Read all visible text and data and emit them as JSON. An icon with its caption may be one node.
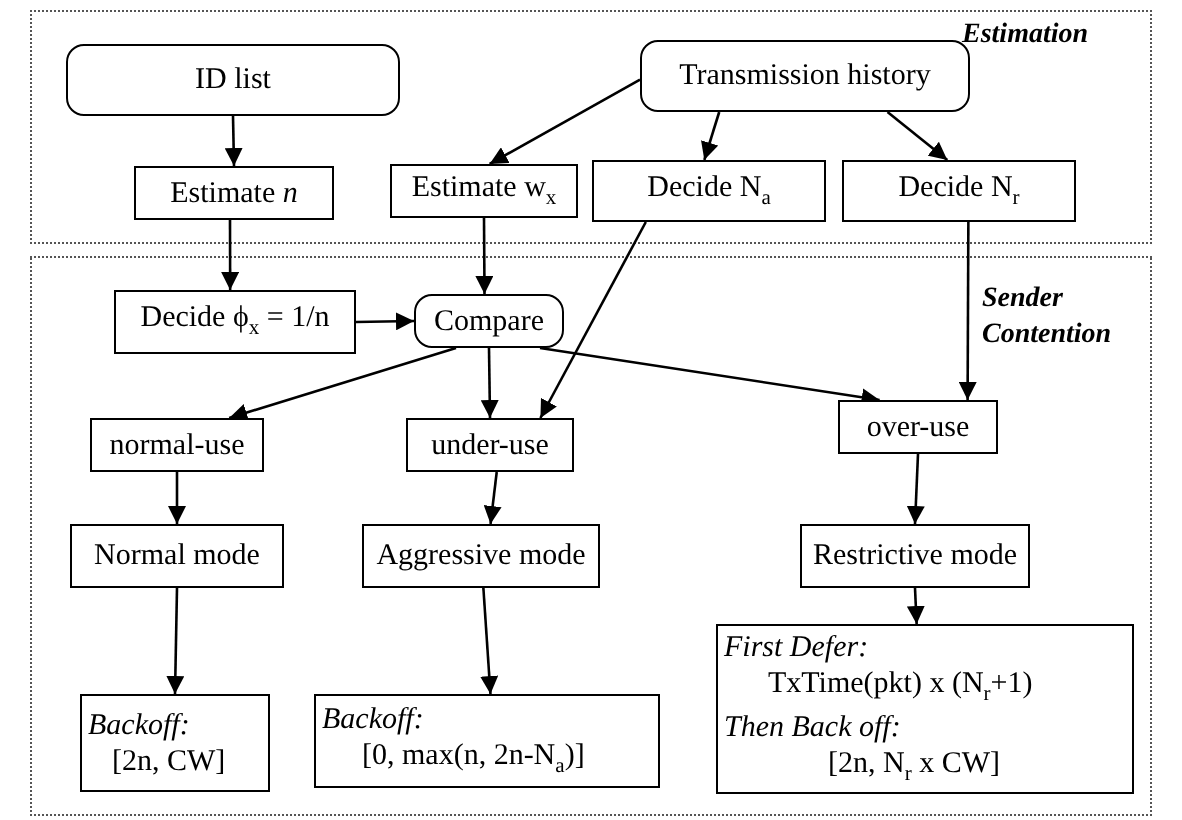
{
  "diagram": {
    "nodes": [
      {
        "text": [
          "Estimation"
        ]
      },
      {
        "text": [
          "Sender Contention"
        ]
      },
      {
        "text": [
          "ID list"
        ],
        "in": 0
      },
      {
        "text": [
          "Transmission history"
        ],
        "in": 0
      },
      {
        "text": [
          "Estimate *n*"
        ],
        "in": 0
      },
      {
        "text": [
          "Estimate w$_{x}$"
        ],
        "in": 0
      },
      {
        "text": [
          "Decide N$_{a}$"
        ],
        "in": 0
      },
      {
        "text": [
          "Decide N$_{r}$"
        ],
        "in": 0
      },
      {
        "text": [
          "Decide ϕ$_{x}$ = 1/n"
        ],
        "in": 1
      },
      {
        "text": [
          "Compare"
        ],
        "in": 1
      },
      {
        "text": [
          "normal-use"
        ],
        "in": 1
      },
      {
        "text": [
          "under-use"
        ],
        "in": 1
      },
      {
        "text": [
          "over-use"
        ],
        "in": 1
      },
      {
        "text": [
          "Normal mode"
        ],
        "in": 1
      },
      {
        "text": [
          "Aggressive mode"
        ],
        "in": 1
      },
      {
        "text": [
          "Restrictive mode"
        ],
        "in": 1
      },
      {
        "text": [
          "Backoff:",
          "[2n, CW]"
        ],
        "in": 1
      },
      {
        "text": [
          "Backoff:",
          "[0, max(n, 2n-N$_{a}$)]"
        ],
        "in": 1
      },
      {
        "text": [
          "First Defer:",
          "TxTime(pkt) x (N$_{r}$+1)",
          "Then Back off:",
          "[2n, N$_{r}$ x CW]"
        ],
        "in": 1
      }
    ],
    "edges": [
      {
        "from": 2,
        "to": 4,
        "arrow": "to"
      },
      {
        "from": 3,
        "to": 5,
        "arrow": "to"
      },
      {
        "from": 3,
        "to": 6,
        "arrow": "to"
      },
      {
        "from": 3,
        "to": 7,
        "arrow": "to"
      },
      {
        "from": 4,
        "to": 8,
        "arrow": "to"
      },
      {
        "from": 5,
        "to": 9,
        "arrow": "to"
      },
      {
        "from": 8,
        "to": 9,
        "arrow": "to"
      },
      {
        "from": 9,
        "to": 10,
        "arrow": "to"
      },
      {
        "from": 9,
        "to": 11,
        "arrow": "to"
      },
      {
        "from": 9,
        "to": 12,
        "arrow": "to"
      },
      {
        "from": 6,
        "to": 11,
        "arrow": "to"
      },
      {
        "from": 7,
        "to": 12,
        "arrow": "to"
      },
      {
        "from": 10,
        "to": 13,
        "arrow": "to"
      },
      {
        "from": 11,
        "to": 14,
        "arrow": "to"
      },
      {
        "from": 12,
        "to": 15,
        "arrow": "to"
      },
      {
        "from": 13,
        "to": 16,
        "arrow": "to"
      },
      {
        "from": 14,
        "to": 17,
        "arrow": "to"
      },
      {
        "from": 15,
        "to": 18,
        "arrow": "to"
      }
    ]
  }
}
